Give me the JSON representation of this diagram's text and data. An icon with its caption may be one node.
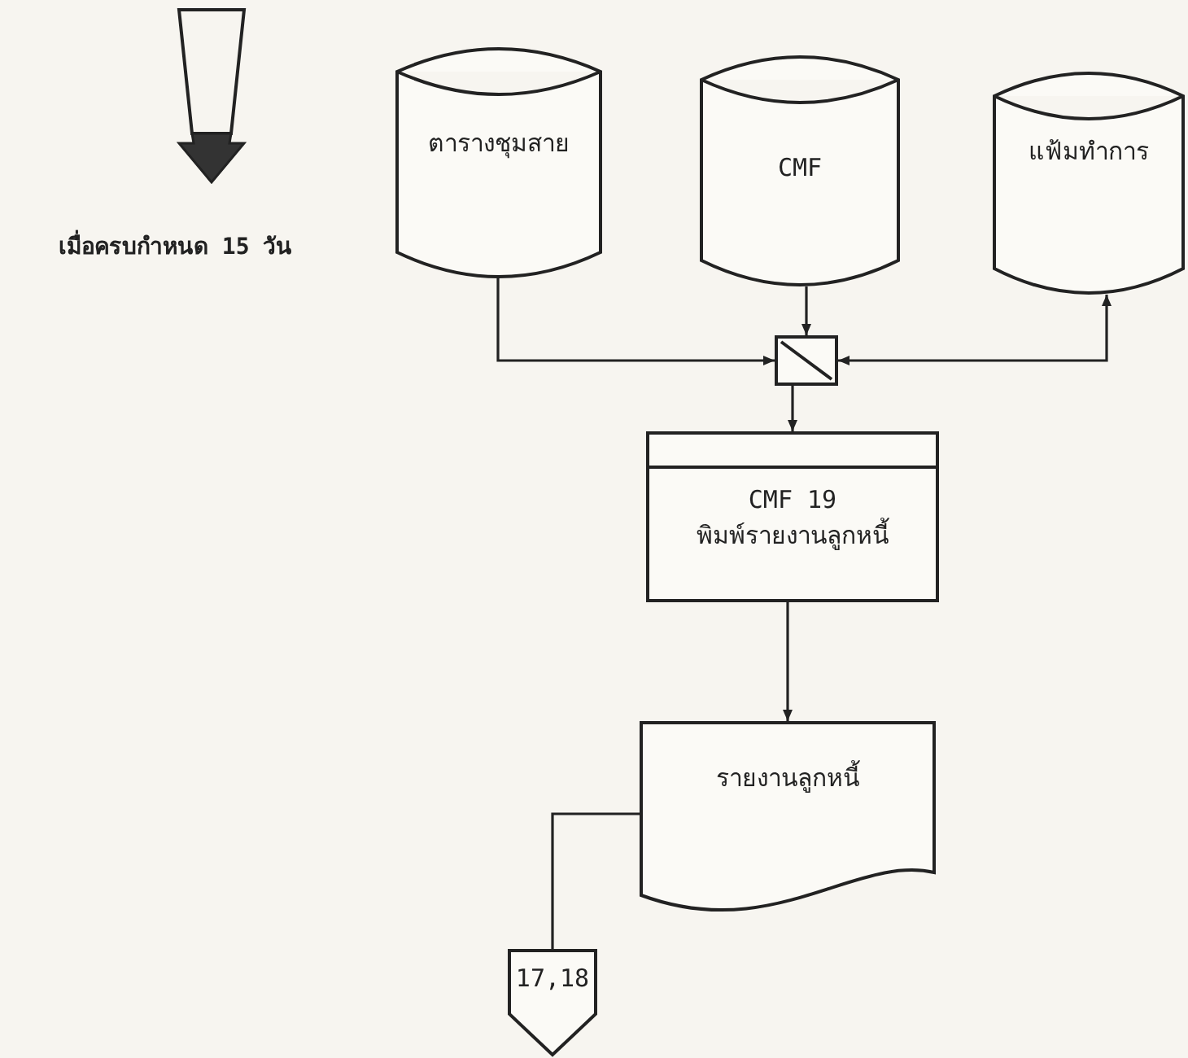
{
  "diagram": {
    "nodes": [
      {
        "text": [
          "ตารางชุมสาย"
        ]
      },
      {
        "text": [
          "CMF"
        ]
      },
      {
        "text": [
          "แฟ้มทำการ"
        ]
      },
      {
        "text": [],
        "shape": "box"
      },
      {
        "text": [
          "CMF 19",
          "พิมพ์รายงานลูกหนี้"
        ]
      },
      {
        "text": [
          "รายงานลูกหนี้"
        ]
      },
      {
        "text": [
          "17,18"
        ]
      }
    ],
    "edges": [
      {
        "from": 0,
        "to": 3,
        "arrow": "to"
      },
      {
        "from": 1,
        "to": 3,
        "arrow": "to"
      },
      {
        "from": 3,
        "to": 2,
        "arrow": "both"
      },
      {
        "from": 3,
        "to": 4,
        "arrow": "to"
      },
      {
        "from": 4,
        "to": 5,
        "arrow": "to"
      },
      {
        "from": 5,
        "to": 6,
        "arrow": "none"
      }
    ],
    "labels": [
      "เมื่อครบกำหนด 15 วัน"
    ]
  }
}
